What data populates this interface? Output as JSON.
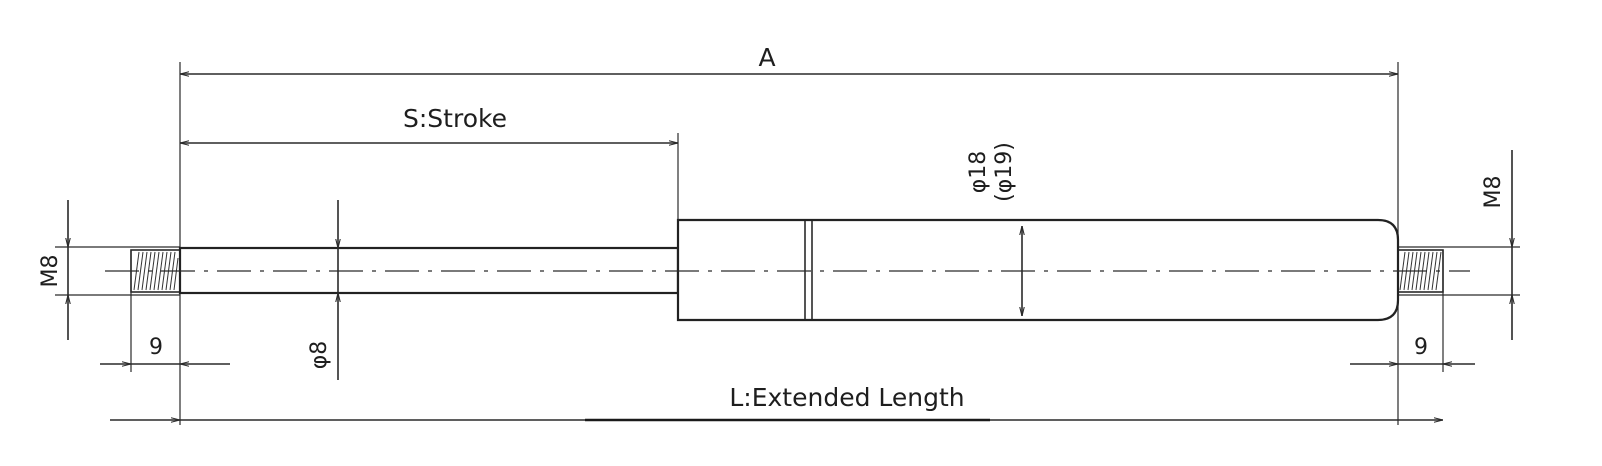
{
  "labels": {
    "overall": "A",
    "stroke": "S:Stroke",
    "extended": "L:Extended Length",
    "thread_left": "M8",
    "thread_right": "M8",
    "thread_len_left": "9",
    "thread_len_right": "9",
    "rod_dia": "φ8",
    "tube_dia": "φ18",
    "tube_dia_alt": "(φ19)"
  },
  "colors": {
    "line": "#2a2a2a",
    "background": "#ffffff"
  }
}
